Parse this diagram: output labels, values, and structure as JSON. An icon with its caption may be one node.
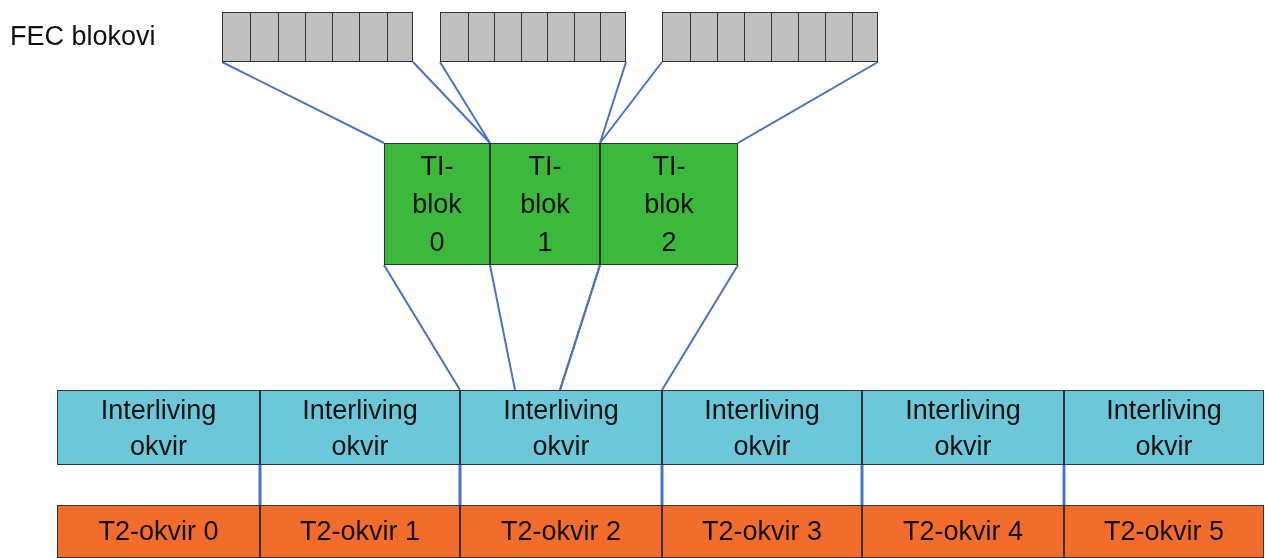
{
  "diagram": {
    "nodes": [
      {
        "text": [],
        "shape": "bar"
      },
      {
        "text": [],
        "shape": "bar"
      },
      {
        "text": [],
        "shape": "bar"
      },
      {
        "text": [
          "TI-blok 0"
        ]
      },
      {
        "text": [
          "TI-blok 1"
        ]
      },
      {
        "text": [
          "TI-blok 2"
        ]
      },
      {
        "text": [
          "Interliving okvir"
        ]
      },
      {
        "text": [
          "Interliving okvir"
        ]
      },
      {
        "text": [
          "Interliving okvir"
        ]
      },
      {
        "text": [
          "Interliving okvir"
        ]
      },
      {
        "text": [
          "Interliving okvir"
        ]
      },
      {
        "text": [
          "Interliving okvir"
        ]
      },
      {
        "text": [
          "T2-okvir 0"
        ]
      },
      {
        "text": [
          "T2-okvir 1"
        ]
      },
      {
        "text": [
          "T2-okvir 2"
        ]
      },
      {
        "text": [
          "T2-okvir 3"
        ]
      },
      {
        "text": [
          "T2-okvir 4"
        ]
      },
      {
        "text": [
          "T2-okvir 5"
        ]
      }
    ],
    "edges": [
      {
        "from": 0,
        "to": 3,
        "arrow": "none"
      },
      {
        "from": 0,
        "to": 3,
        "arrow": "none"
      },
      {
        "from": 1,
        "to": 4,
        "arrow": "none"
      },
      {
        "from": 1,
        "to": 4,
        "arrow": "none"
      },
      {
        "from": 2,
        "to": 5,
        "arrow": "none"
      },
      {
        "from": 2,
        "to": 5,
        "arrow": "none"
      },
      {
        "from": 3,
        "to": 8,
        "arrow": "none"
      },
      {
        "from": 3,
        "to": 8,
        "arrow": "none"
      },
      {
        "from": 4,
        "to": 8,
        "arrow": "none"
      },
      {
        "from": 5,
        "to": 8,
        "arrow": "none"
      },
      {
        "from": 5,
        "to": 8,
        "arrow": "none"
      }
    ],
    "labels": [
      "FEC blokovi"
    ]
  }
}
